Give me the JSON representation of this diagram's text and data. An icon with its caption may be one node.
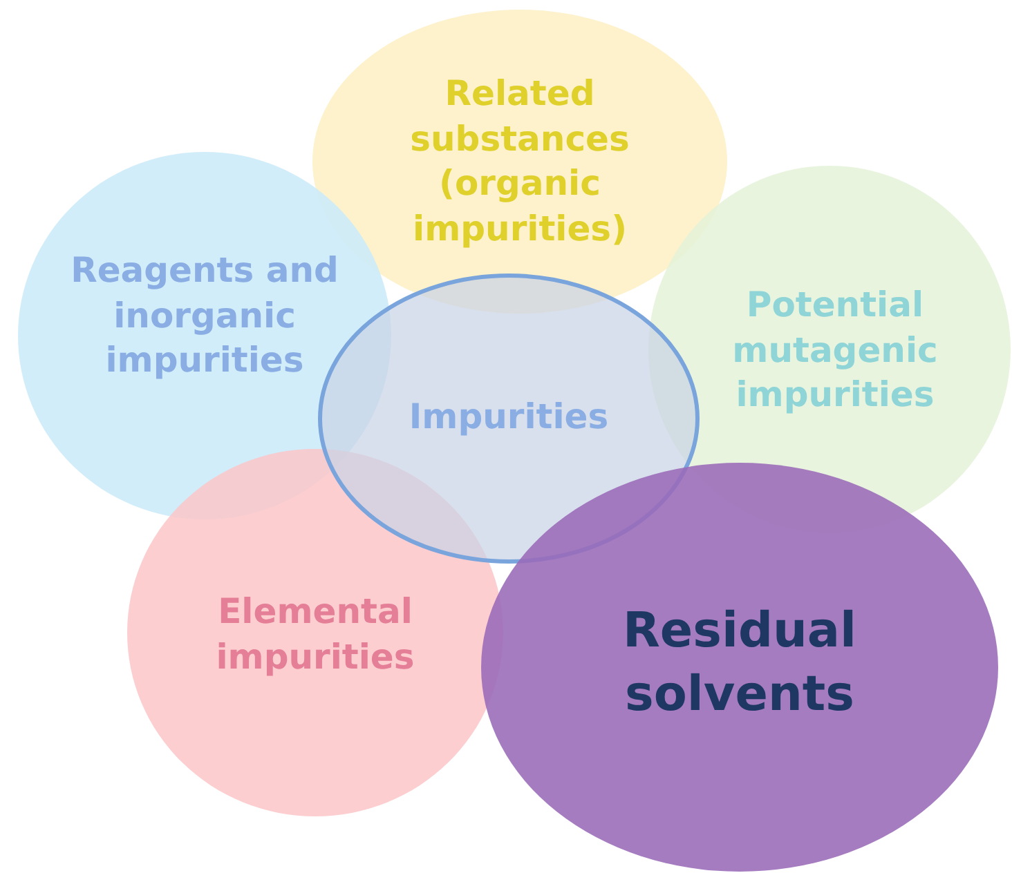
{
  "diagram": {
    "nodes": [
      {
        "text": [
          "Related substances (organic impurities)"
        ]
      },
      {
        "text": [
          "Reagents and inorganic impurities"
        ]
      },
      {
        "text": [
          "Potential mutagenic impurities"
        ]
      },
      {
        "text": [
          "Impurities"
        ]
      },
      {
        "text": [
          "Elemental impurities"
        ]
      },
      {
        "text": [
          "Residual solvents"
        ]
      }
    ]
  }
}
